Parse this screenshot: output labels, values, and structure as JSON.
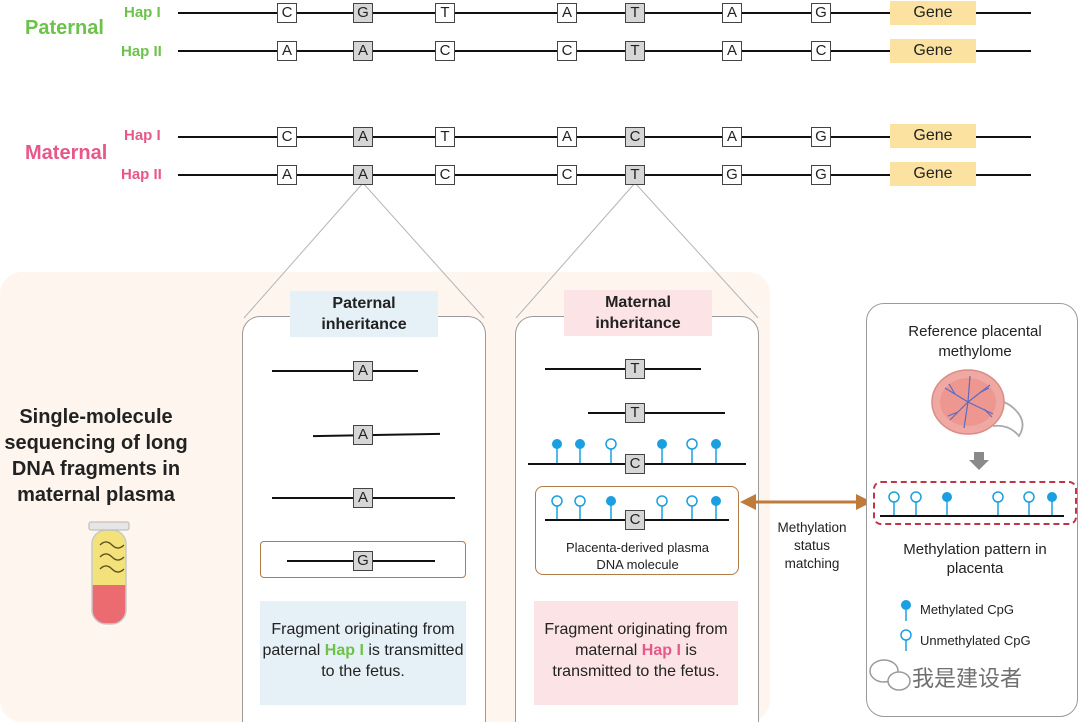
{
  "parents": {
    "paternal": "Paternal",
    "maternal": "Maternal",
    "hap1": "Hap I",
    "hap2": "Hap II",
    "gene": "Gene"
  },
  "alleles": {
    "paternal_hap1": [
      "C",
      "G",
      "T",
      "A",
      "T",
      "A",
      "G"
    ],
    "paternal_hap2": [
      "A",
      "A",
      "C",
      "C",
      "T",
      "A",
      "C"
    ],
    "maternal_hap1": [
      "C",
      "A",
      "T",
      "A",
      "C",
      "A",
      "G"
    ],
    "maternal_hap2": [
      "A",
      "A",
      "C",
      "C",
      "T",
      "G",
      "G"
    ]
  },
  "left_title": "Single-molecule sequencing of long DNA fragments in maternal plasma",
  "paternal_panel": {
    "title": "Paternal inheritance",
    "fragments": [
      "A",
      "A",
      "A",
      "G"
    ],
    "note_pre": "Fragment originating from paternal ",
    "note_hap": "Hap I",
    "note_post": " is transmitted to the fetus."
  },
  "maternal_panel": {
    "title": "Maternal inheritance",
    "fragments": [
      "T",
      "T",
      "C",
      "C"
    ],
    "placenta_label": "Placenta-derived plasma DNA molecule",
    "note_pre": "Fragment originating from maternal ",
    "note_hap": "Hap I",
    "note_post": " is transmitted to the fetus."
  },
  "matching_label": "Methylation status matching",
  "reference": {
    "title": "Reference placental methylome",
    "pattern_label": "Methylation pattern in placenta",
    "legend_methylated": "Methylated CpG",
    "legend_unmethylated": "Unmethylated CpG"
  },
  "watermark": "我是建设者",
  "colors": {
    "paternal_green": "#6cc24a",
    "maternal_pink": "#e8578a",
    "gene_fill": "#fbe2a0",
    "methyl_blue": "#1aa0e0",
    "arrow_brown": "#c07a3a",
    "dashed_red": "#c0354a"
  }
}
